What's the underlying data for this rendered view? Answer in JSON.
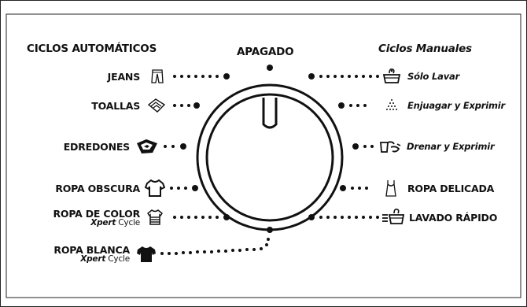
{
  "headers": {
    "auto": "CICLOS AUTOMÁTICOS",
    "off": "APAGADO",
    "manual": "Ciclos Manuales"
  },
  "auto_cycles": [
    {
      "label": "JEANS",
      "icon": "jeans-icon"
    },
    {
      "label": "TOALLAS",
      "icon": "towels-icon"
    },
    {
      "label": "EDREDONES",
      "icon": "comforter-icon"
    },
    {
      "label": "ROPA OBSCURA",
      "icon": "tshirt-outline-icon"
    },
    {
      "label": "ROPA DE COLOR",
      "sub_bold": "Xpert",
      "sub": " Cycle",
      "icon": "striped-shirt-icon"
    },
    {
      "label": "ROPA BLANCA",
      "sub_bold": "Xpert",
      "sub": " Cycle",
      "icon": "tshirt-solid-icon"
    }
  ],
  "manual_cycles": [
    {
      "label": "Sólo Lavar",
      "icon": "wash-tub-icon"
    },
    {
      "label": "Enjuagar y Exprimir",
      "icon": "rinse-spin-icon"
    },
    {
      "label": "Drenar y Exprimir",
      "icon": "drain-spin-icon"
    },
    {
      "label": "ROPA DELICADA",
      "icon": "camisole-icon"
    },
    {
      "label": "LAVADO RÁPIDO",
      "icon": "quick-wash-icon"
    }
  ],
  "colors": {
    "ink": "#111111",
    "background": "#ffffff"
  }
}
